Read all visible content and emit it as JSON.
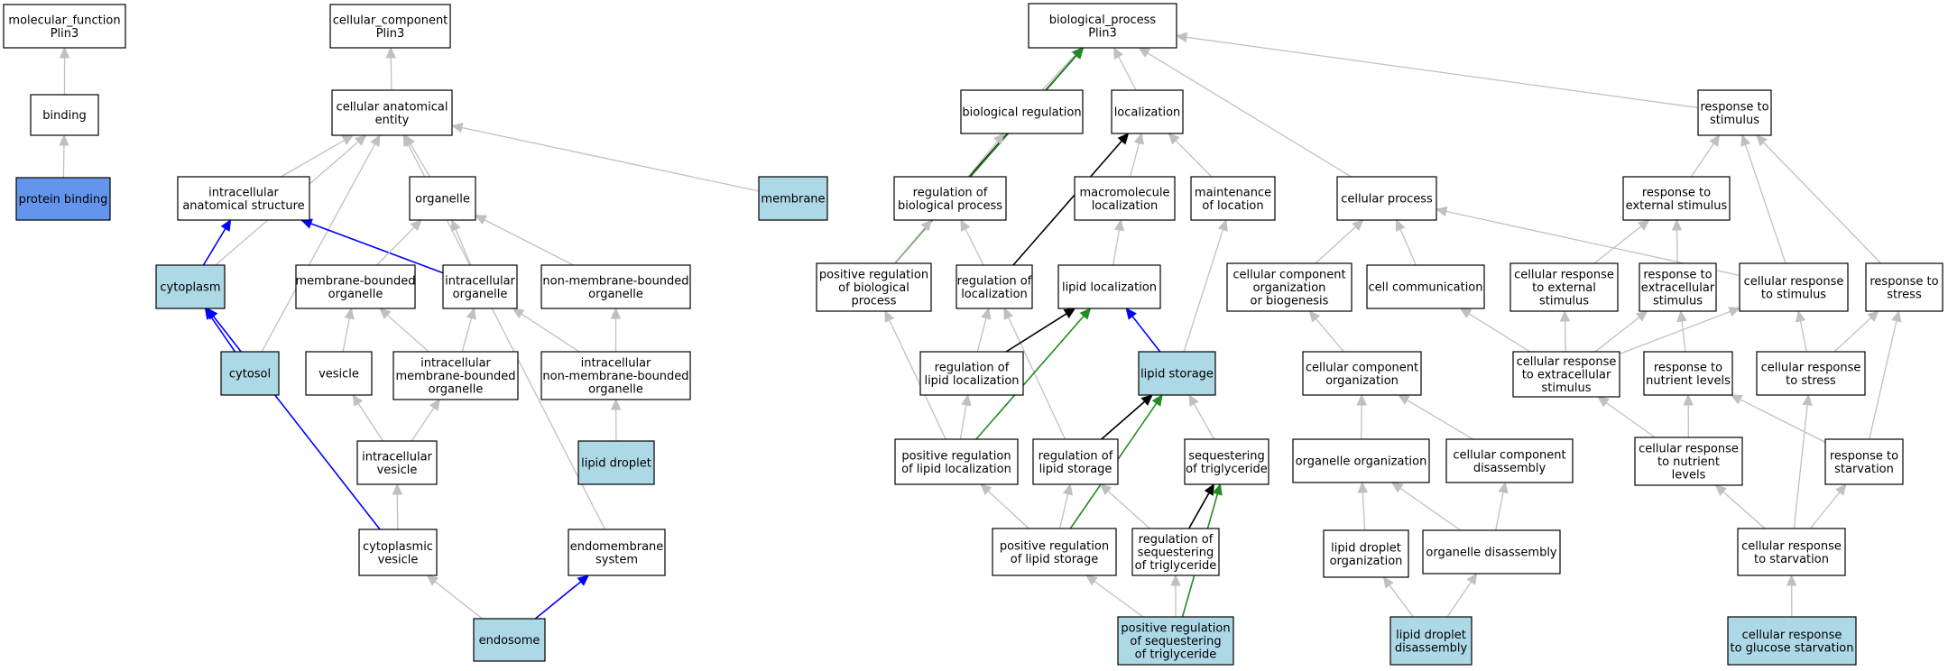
{
  "colors": {
    "plain": "#ffffff",
    "annotated": "#add8e6",
    "query": "#6495ed",
    "edge_is_a": "#c0c0c0",
    "edge_part_of": "#0000ff",
    "edge_regulates": "#000000",
    "edge_positively_regulates": "#228b22"
  },
  "nodes": [
    {
      "id": "mf",
      "lines": [
        "molecular_function",
        "Plin3"
      ],
      "fill": "plain"
    },
    {
      "id": "binding",
      "lines": [
        "binding"
      ],
      "fill": "plain"
    },
    {
      "id": "protbind",
      "lines": [
        "protein binding"
      ],
      "fill": "query"
    },
    {
      "id": "cc",
      "lines": [
        "cellular_component",
        "Plin3"
      ],
      "fill": "plain"
    },
    {
      "id": "cae",
      "lines": [
        "cellular anatomical",
        "entity"
      ],
      "fill": "plain"
    },
    {
      "id": "ias",
      "lines": [
        "intracellular",
        "anatomical structure"
      ],
      "fill": "plain"
    },
    {
      "id": "organelle",
      "lines": [
        "organelle"
      ],
      "fill": "plain"
    },
    {
      "id": "membrane",
      "lines": [
        "membrane"
      ],
      "fill": "annotated"
    },
    {
      "id": "cytoplasm",
      "lines": [
        "cytoplasm"
      ],
      "fill": "annotated"
    },
    {
      "id": "mbo",
      "lines": [
        "membrane-bounded",
        "organelle"
      ],
      "fill": "plain"
    },
    {
      "id": "io",
      "lines": [
        "intracellular",
        "organelle"
      ],
      "fill": "plain"
    },
    {
      "id": "nmbo",
      "lines": [
        "non-membrane-bounded",
        "organelle"
      ],
      "fill": "plain"
    },
    {
      "id": "cytosol",
      "lines": [
        "cytosol"
      ],
      "fill": "annotated"
    },
    {
      "id": "vesicle",
      "lines": [
        "vesicle"
      ],
      "fill": "plain"
    },
    {
      "id": "imbo",
      "lines": [
        "intracellular",
        "membrane-bounded",
        "organelle"
      ],
      "fill": "plain"
    },
    {
      "id": "inmbo",
      "lines": [
        "intracellular",
        "non-membrane-bounded",
        "organelle"
      ],
      "fill": "plain"
    },
    {
      "id": "iv",
      "lines": [
        "intracellular",
        "vesicle"
      ],
      "fill": "plain"
    },
    {
      "id": "ld",
      "lines": [
        "lipid droplet"
      ],
      "fill": "annotated"
    },
    {
      "id": "cv",
      "lines": [
        "cytoplasmic",
        "vesicle"
      ],
      "fill": "plain"
    },
    {
      "id": "endo",
      "lines": [
        "endomembrane",
        "system"
      ],
      "fill": "plain"
    },
    {
      "id": "endosome",
      "lines": [
        "endosome"
      ],
      "fill": "annotated"
    },
    {
      "id": "bp",
      "lines": [
        "biological_process",
        "Plin3"
      ],
      "fill": "plain"
    },
    {
      "id": "breg",
      "lines": [
        "biological regulation"
      ],
      "fill": "plain"
    },
    {
      "id": "loc",
      "lines": [
        "localization"
      ],
      "fill": "plain"
    },
    {
      "id": "rts",
      "lines": [
        "response to",
        "stimulus"
      ],
      "fill": "plain"
    },
    {
      "id": "rbp",
      "lines": [
        "regulation of",
        "biological process"
      ],
      "fill": "plain"
    },
    {
      "id": "mml",
      "lines": [
        "macromolecule",
        "localization"
      ],
      "fill": "plain"
    },
    {
      "id": "mol",
      "lines": [
        "maintenance",
        "of location"
      ],
      "fill": "plain"
    },
    {
      "id": "cp",
      "lines": [
        "cellular process"
      ],
      "fill": "plain"
    },
    {
      "id": "rtes",
      "lines": [
        "response to",
        "external stimulus"
      ],
      "fill": "plain"
    },
    {
      "id": "prbp",
      "lines": [
        "positive regulation",
        "of biological",
        "process"
      ],
      "fill": "plain"
    },
    {
      "id": "rol",
      "lines": [
        "regulation of",
        "localization"
      ],
      "fill": "plain"
    },
    {
      "id": "ll",
      "lines": [
        "lipid localization"
      ],
      "fill": "plain"
    },
    {
      "id": "ccob",
      "lines": [
        "cellular component",
        "organization",
        "or biogenesis"
      ],
      "fill": "plain"
    },
    {
      "id": "cc2",
      "lines": [
        "cell communication"
      ],
      "fill": "plain"
    },
    {
      "id": "crtes",
      "lines": [
        "cellular response",
        "to external",
        "stimulus"
      ],
      "fill": "plain"
    },
    {
      "id": "rtexs",
      "lines": [
        "response to",
        "extracellular",
        "stimulus"
      ],
      "fill": "plain"
    },
    {
      "id": "crts",
      "lines": [
        "cellular response",
        "to stimulus"
      ],
      "fill": "plain"
    },
    {
      "id": "rtst",
      "lines": [
        "response to",
        "stress"
      ],
      "fill": "plain"
    },
    {
      "id": "roll",
      "lines": [
        "regulation of",
        "lipid localization"
      ],
      "fill": "plain"
    },
    {
      "id": "ls",
      "lines": [
        "lipid storage"
      ],
      "fill": "annotated"
    },
    {
      "id": "cco",
      "lines": [
        "cellular component",
        "organization"
      ],
      "fill": "plain"
    },
    {
      "id": "crtexs",
      "lines": [
        "cellular response",
        "to extracellular",
        "stimulus"
      ],
      "fill": "plain"
    },
    {
      "id": "rtnl",
      "lines": [
        "response to",
        "nutrient levels"
      ],
      "fill": "plain"
    },
    {
      "id": "crtst",
      "lines": [
        "cellular response",
        "to stress"
      ],
      "fill": "plain"
    },
    {
      "id": "proll",
      "lines": [
        "positive regulation",
        "of lipid localization"
      ],
      "fill": "plain"
    },
    {
      "id": "rols",
      "lines": [
        "regulation of",
        "lipid storage"
      ],
      "fill": "plain"
    },
    {
      "id": "sot",
      "lines": [
        "sequestering",
        "of triglyceride"
      ],
      "fill": "plain"
    },
    {
      "id": "oo",
      "lines": [
        "organelle organization"
      ],
      "fill": "plain"
    },
    {
      "id": "ccd",
      "lines": [
        "cellular component",
        "disassembly"
      ],
      "fill": "plain"
    },
    {
      "id": "crtnl",
      "lines": [
        "cellular response",
        "to nutrient",
        "levels"
      ],
      "fill": "plain"
    },
    {
      "id": "rtstarv",
      "lines": [
        "response to",
        "starvation"
      ],
      "fill": "plain"
    },
    {
      "id": "prols",
      "lines": [
        "positive regulation",
        "of lipid storage"
      ],
      "fill": "plain"
    },
    {
      "id": "rost",
      "lines": [
        "regulation of",
        "sequestering",
        "of triglyceride"
      ],
      "fill": "plain"
    },
    {
      "id": "ldo",
      "lines": [
        "lipid droplet",
        "organization"
      ],
      "fill": "plain"
    },
    {
      "id": "od",
      "lines": [
        "organelle disassembly"
      ],
      "fill": "plain"
    },
    {
      "id": "crtstarv",
      "lines": [
        "cellular response",
        "to starvation"
      ],
      "fill": "plain"
    },
    {
      "id": "prost",
      "lines": [
        "positive regulation",
        "of sequestering",
        "of triglyceride"
      ],
      "fill": "annotated"
    },
    {
      "id": "ldd",
      "lines": [
        "lipid droplet",
        "disassembly"
      ],
      "fill": "annotated"
    },
    {
      "id": "crtgs",
      "lines": [
        "cellular response",
        "to glucose starvation"
      ],
      "fill": "annotated"
    }
  ],
  "edges": [
    {
      "from": "binding",
      "to": "mf",
      "type": "is_a"
    },
    {
      "from": "protbind",
      "to": "binding",
      "type": "is_a"
    },
    {
      "from": "cae",
      "to": "cc",
      "type": "is_a"
    },
    {
      "from": "ias",
      "to": "cae",
      "type": "is_a"
    },
    {
      "from": "organelle",
      "to": "cae",
      "type": "is_a"
    },
    {
      "from": "membrane",
      "to": "cae",
      "type": "is_a"
    },
    {
      "from": "cytoplasm",
      "to": "cae",
      "type": "is_a"
    },
    {
      "from": "cytosol",
      "to": "cae",
      "type": "is_a"
    },
    {
      "from": "endo",
      "to": "cae",
      "type": "is_a"
    },
    {
      "from": "cytoplasm",
      "to": "ias",
      "type": "part_of"
    },
    {
      "from": "io",
      "to": "ias",
      "type": "part_of"
    },
    {
      "from": "cytosol",
      "to": "cytoplasm",
      "type": "part_of"
    },
    {
      "from": "cv",
      "to": "cytoplasm",
      "type": "part_of"
    },
    {
      "from": "mbo",
      "to": "organelle",
      "type": "is_a"
    },
    {
      "from": "io",
      "to": "organelle",
      "type": "is_a"
    },
    {
      "from": "nmbo",
      "to": "organelle",
      "type": "is_a"
    },
    {
      "from": "vesicle",
      "to": "mbo",
      "type": "is_a"
    },
    {
      "from": "imbo",
      "to": "mbo",
      "type": "is_a"
    },
    {
      "from": "imbo",
      "to": "io",
      "type": "is_a"
    },
    {
      "from": "inmbo",
      "to": "io",
      "type": "is_a"
    },
    {
      "from": "inmbo",
      "to": "nmbo",
      "type": "is_a"
    },
    {
      "from": "iv",
      "to": "vesicle",
      "type": "is_a"
    },
    {
      "from": "iv",
      "to": "imbo",
      "type": "is_a"
    },
    {
      "from": "ld",
      "to": "inmbo",
      "type": "is_a"
    },
    {
      "from": "cv",
      "to": "iv",
      "type": "is_a"
    },
    {
      "from": "endosome",
      "to": "cv",
      "type": "is_a"
    },
    {
      "from": "endosome",
      "to": "endo",
      "type": "part_of"
    },
    {
      "from": "breg",
      "to": "bp",
      "type": "is_a"
    },
    {
      "from": "loc",
      "to": "bp",
      "type": "is_a"
    },
    {
      "from": "cp",
      "to": "bp",
      "type": "is_a"
    },
    {
      "from": "rts",
      "to": "bp",
      "type": "is_a"
    },
    {
      "from": "rbp",
      "to": "bp",
      "type": "regulates"
    },
    {
      "from": "prbp",
      "to": "bp",
      "type": "positively_regulates"
    },
    {
      "from": "rbp",
      "to": "breg",
      "type": "is_a"
    },
    {
      "from": "mml",
      "to": "loc",
      "type": "is_a"
    },
    {
      "from": "mol",
      "to": "loc",
      "type": "is_a"
    },
    {
      "from": "rol",
      "to": "loc",
      "type": "regulates"
    },
    {
      "from": "prbp",
      "to": "rbp",
      "type": "is_a"
    },
    {
      "from": "rol",
      "to": "rbp",
      "type": "is_a"
    },
    {
      "from": "ll",
      "to": "mml",
      "type": "is_a"
    },
    {
      "from": "ls",
      "to": "mol",
      "type": "is_a"
    },
    {
      "from": "roll",
      "to": "rol",
      "type": "is_a"
    },
    {
      "from": "rols",
      "to": "rol",
      "type": "is_a"
    },
    {
      "from": "roll",
      "to": "ll",
      "type": "regulates"
    },
    {
      "from": "proll",
      "to": "ll",
      "type": "positively_regulates"
    },
    {
      "from": "ls",
      "to": "ll",
      "type": "part_of"
    },
    {
      "from": "proll",
      "to": "prbp",
      "type": "is_a"
    },
    {
      "from": "proll",
      "to": "roll",
      "type": "is_a"
    },
    {
      "from": "sot",
      "to": "ls",
      "type": "is_a"
    },
    {
      "from": "rols",
      "to": "ls",
      "type": "regulates"
    },
    {
      "from": "prols",
      "to": "ls",
      "type": "positively_regulates"
    },
    {
      "from": "prols",
      "to": "proll",
      "type": "is_a"
    },
    {
      "from": "prols",
      "to": "rols",
      "type": "is_a"
    },
    {
      "from": "rost",
      "to": "rols",
      "type": "is_a"
    },
    {
      "from": "rost",
      "to": "sot",
      "type": "regulates"
    },
    {
      "from": "prost",
      "to": "sot",
      "type": "positively_regulates"
    },
    {
      "from": "prost",
      "to": "prols",
      "type": "is_a"
    },
    {
      "from": "prost",
      "to": "rost",
      "type": "is_a"
    },
    {
      "from": "ccob",
      "to": "cp",
      "type": "is_a"
    },
    {
      "from": "cc2",
      "to": "cp",
      "type": "is_a"
    },
    {
      "from": "crts",
      "to": "cp",
      "type": "is_a"
    },
    {
      "from": "cco",
      "to": "ccob",
      "type": "is_a"
    },
    {
      "from": "oo",
      "to": "cco",
      "type": "is_a"
    },
    {
      "from": "ccd",
      "to": "cco",
      "type": "is_a"
    },
    {
      "from": "ldo",
      "to": "oo",
      "type": "is_a"
    },
    {
      "from": "od",
      "to": "oo",
      "type": "is_a"
    },
    {
      "from": "od",
      "to": "ccd",
      "type": "is_a"
    },
    {
      "from": "ldd",
      "to": "ldo",
      "type": "is_a"
    },
    {
      "from": "ldd",
      "to": "od",
      "type": "is_a"
    },
    {
      "from": "rtes",
      "to": "rts",
      "type": "is_a"
    },
    {
      "from": "crts",
      "to": "rts",
      "type": "is_a"
    },
    {
      "from": "rtst",
      "to": "rts",
      "type": "is_a"
    },
    {
      "from": "crtes",
      "to": "rtes",
      "type": "is_a"
    },
    {
      "from": "rtexs",
      "to": "rtes",
      "type": "is_a"
    },
    {
      "from": "crtexs",
      "to": "crtes",
      "type": "is_a"
    },
    {
      "from": "crtexs",
      "to": "rtexs",
      "type": "is_a"
    },
    {
      "from": "crtexs",
      "to": "crts",
      "type": "is_a"
    },
    {
      "from": "crtexs",
      "to": "cc2",
      "type": "is_a"
    },
    {
      "from": "rtnl",
      "to": "rtexs",
      "type": "is_a"
    },
    {
      "from": "crtst",
      "to": "crts",
      "type": "is_a"
    },
    {
      "from": "crtst",
      "to": "rtst",
      "type": "is_a"
    },
    {
      "from": "crtnl",
      "to": "crtexs",
      "type": "is_a"
    },
    {
      "from": "crtnl",
      "to": "rtnl",
      "type": "is_a"
    },
    {
      "from": "rtstarv",
      "to": "rtnl",
      "type": "is_a"
    },
    {
      "from": "rtstarv",
      "to": "rtst",
      "type": "is_a"
    },
    {
      "from": "crtstarv",
      "to": "crtnl",
      "type": "is_a"
    },
    {
      "from": "crtstarv",
      "to": "rtstarv",
      "type": "is_a"
    },
    {
      "from": "crtstarv",
      "to": "crtst",
      "type": "is_a"
    },
    {
      "from": "crtgs",
      "to": "crtstarv",
      "type": "is_a"
    }
  ]
}
